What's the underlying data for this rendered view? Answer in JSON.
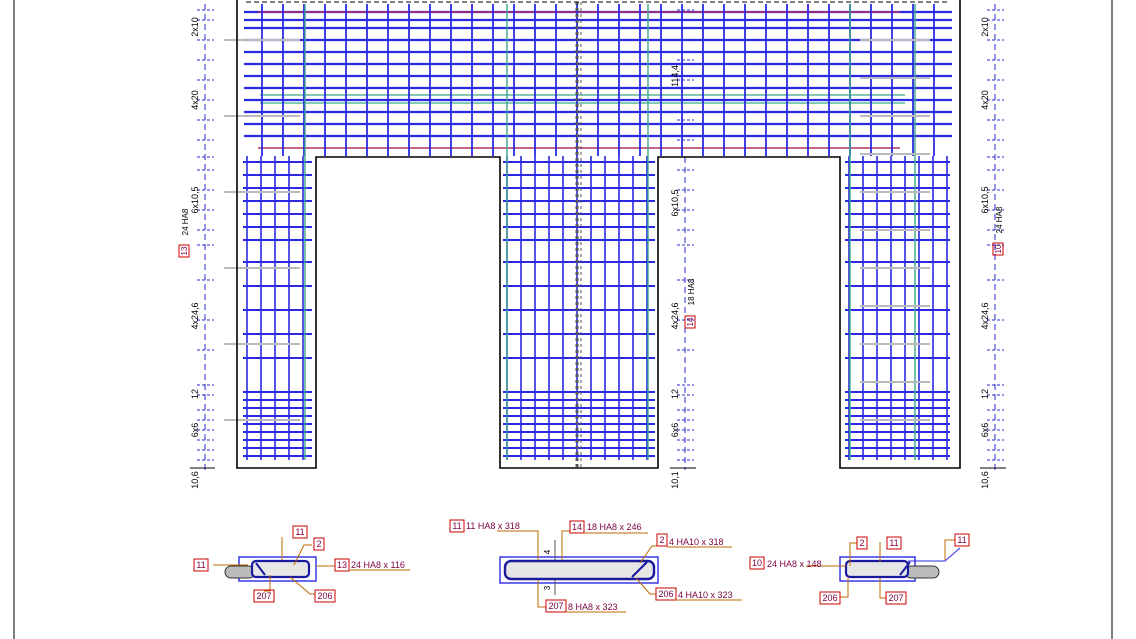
{
  "colors": {
    "outline": "#000000",
    "rebar": "#2a2ae6",
    "rebar_dark": "#1a1aa0",
    "stirrup_green": "#3aa88a",
    "top_bar": "#b0306a",
    "dim": "#2a2ad0",
    "label_box": "#cc0000",
    "callout": "#c06a00",
    "text": "#000000",
    "annotation_text": "#7a0040",
    "hatch": "#555555",
    "cap_grey": "#bbbbbb"
  },
  "elevation": {
    "left_dims": [
      "2x10",
      "4x20",
      "6x10,5",
      "4x24,6",
      "12",
      "6x6",
      "10,6"
    ],
    "right_dims": [
      "2x10",
      "4x20",
      "6x10,5",
      "4x24,6",
      "12",
      "6x6",
      "10,6"
    ],
    "mid_dims": [
      "6x10,5",
      "4x24,6",
      "12",
      "6x6",
      "10,1"
    ],
    "dim_114": "114,4",
    "left_mark": {
      "num": "13",
      "text": "24 HA8"
    },
    "right_mark": {
      "num": "10",
      "text": "24 HA8"
    },
    "mid_mark": {
      "num": "14",
      "text": "18 HA8"
    }
  },
  "sections": {
    "left": [
      {
        "num": "11",
        "text": ""
      },
      {
        "num": "2",
        "text": ""
      },
      {
        "num": "11",
        "text": ""
      },
      {
        "num": "13",
        "text": "24 HA8 x 116"
      },
      {
        "num": "207",
        "text": ""
      },
      {
        "num": "206",
        "text": ""
      }
    ],
    "middle": [
      {
        "num": "11",
        "text": "11 HA8 x 318"
      },
      {
        "num": "14",
        "text": "18 HA8 x 246"
      },
      {
        "num": "2",
        "text": "4 HA10 x 318"
      },
      {
        "num": "207",
        "text": "8 HA8 x 323"
      },
      {
        "num": "206",
        "text": "4 HA10 x 323"
      }
    ],
    "middle_dims": [
      "4",
      "3"
    ],
    "right": [
      {
        "num": "10",
        "text": "24 HA8 x 148"
      },
      {
        "num": "2",
        "text": ""
      },
      {
        "num": "11",
        "text": ""
      },
      {
        "num": "11",
        "text": ""
      },
      {
        "num": "206",
        "text": ""
      },
      {
        "num": "207",
        "text": ""
      }
    ]
  }
}
